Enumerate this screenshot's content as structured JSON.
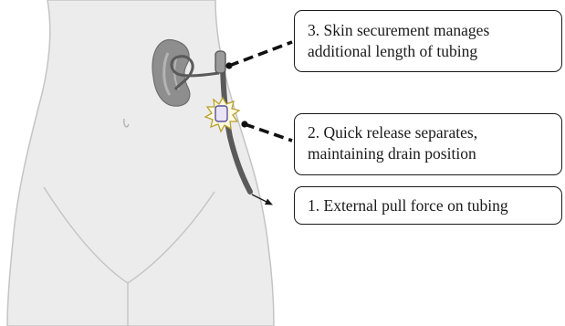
{
  "callouts": [
    {
      "id": 3,
      "lines": [
        "3. Skin securement manages",
        "additional length of tubing"
      ]
    },
    {
      "id": 2,
      "lines": [
        "2. Quick release separates,",
        "maintaining drain position"
      ]
    },
    {
      "id": 1,
      "lines": [
        "1. External pull force on tubing"
      ]
    }
  ],
  "colors": {
    "body_fill": "#ececec",
    "body_outline": "#c4c4c4",
    "kidney": "#8e8e8e",
    "tubing": "#5a5a5a",
    "quick_release": "#e9e4f6",
    "burst": "#fffbe0",
    "burst_outline": "#b8a030",
    "leader_line": "#111111",
    "box_border": "#1a1a1a"
  },
  "icons": {
    "kidney": "kidney-icon",
    "quick_release": "quick-release-connector-icon",
    "burst": "separation-burst-icon",
    "pull_arrow": "pull-arrow-icon"
  }
}
